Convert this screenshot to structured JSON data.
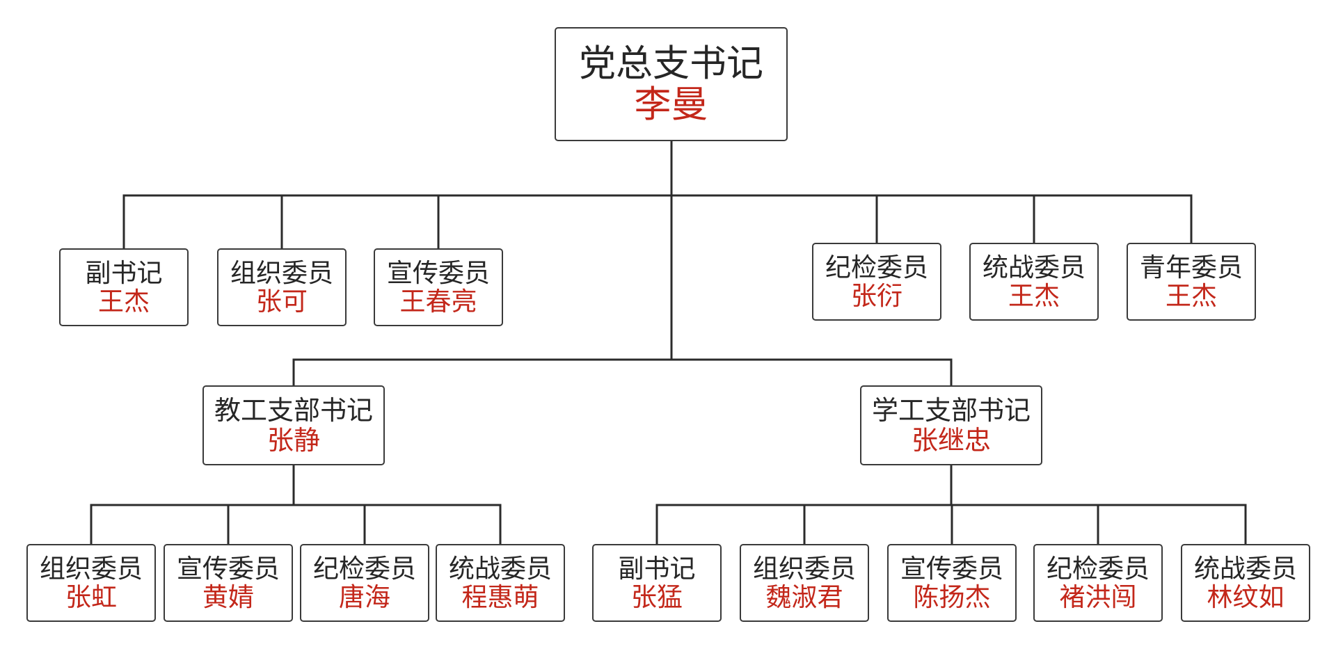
{
  "root": {
    "role": "党总支书记",
    "person": "李曼"
  },
  "committee": [
    {
      "role": "副书记",
      "person": "王杰"
    },
    {
      "role": "组织委员",
      "person": "张可"
    },
    {
      "role": "宣传委员",
      "person": "王春亮"
    },
    {
      "role": "纪检委员",
      "person": "张衍"
    },
    {
      "role": "统战委员",
      "person": "王杰"
    },
    {
      "role": "青年委员",
      "person": "王杰"
    }
  ],
  "branches": [
    {
      "role": "教工支部书记",
      "person": "张静",
      "members": [
        {
          "role": "组织委员",
          "person": "张虹"
        },
        {
          "role": "宣传委员",
          "person": "黄婧"
        },
        {
          "role": "纪检委员",
          "person": "唐海"
        },
        {
          "role": "统战委员",
          "person": "程惠萌"
        }
      ]
    },
    {
      "role": "学工支部书记",
      "person": "张继忠",
      "members": [
        {
          "role": "副书记",
          "person": "张猛"
        },
        {
          "role": "组织委员",
          "person": "魏淑君"
        },
        {
          "role": "宣传委员",
          "person": "陈扬杰"
        },
        {
          "role": "纪检委员",
          "person": "褚洪闯"
        },
        {
          "role": "统战委员",
          "person": "林纹如"
        }
      ]
    }
  ],
  "colors": {
    "role_text": "#262626",
    "person_text": "#c3271a",
    "line": "#2b2b2b",
    "border": "#3a3a3a",
    "background": "#ffffff"
  }
}
